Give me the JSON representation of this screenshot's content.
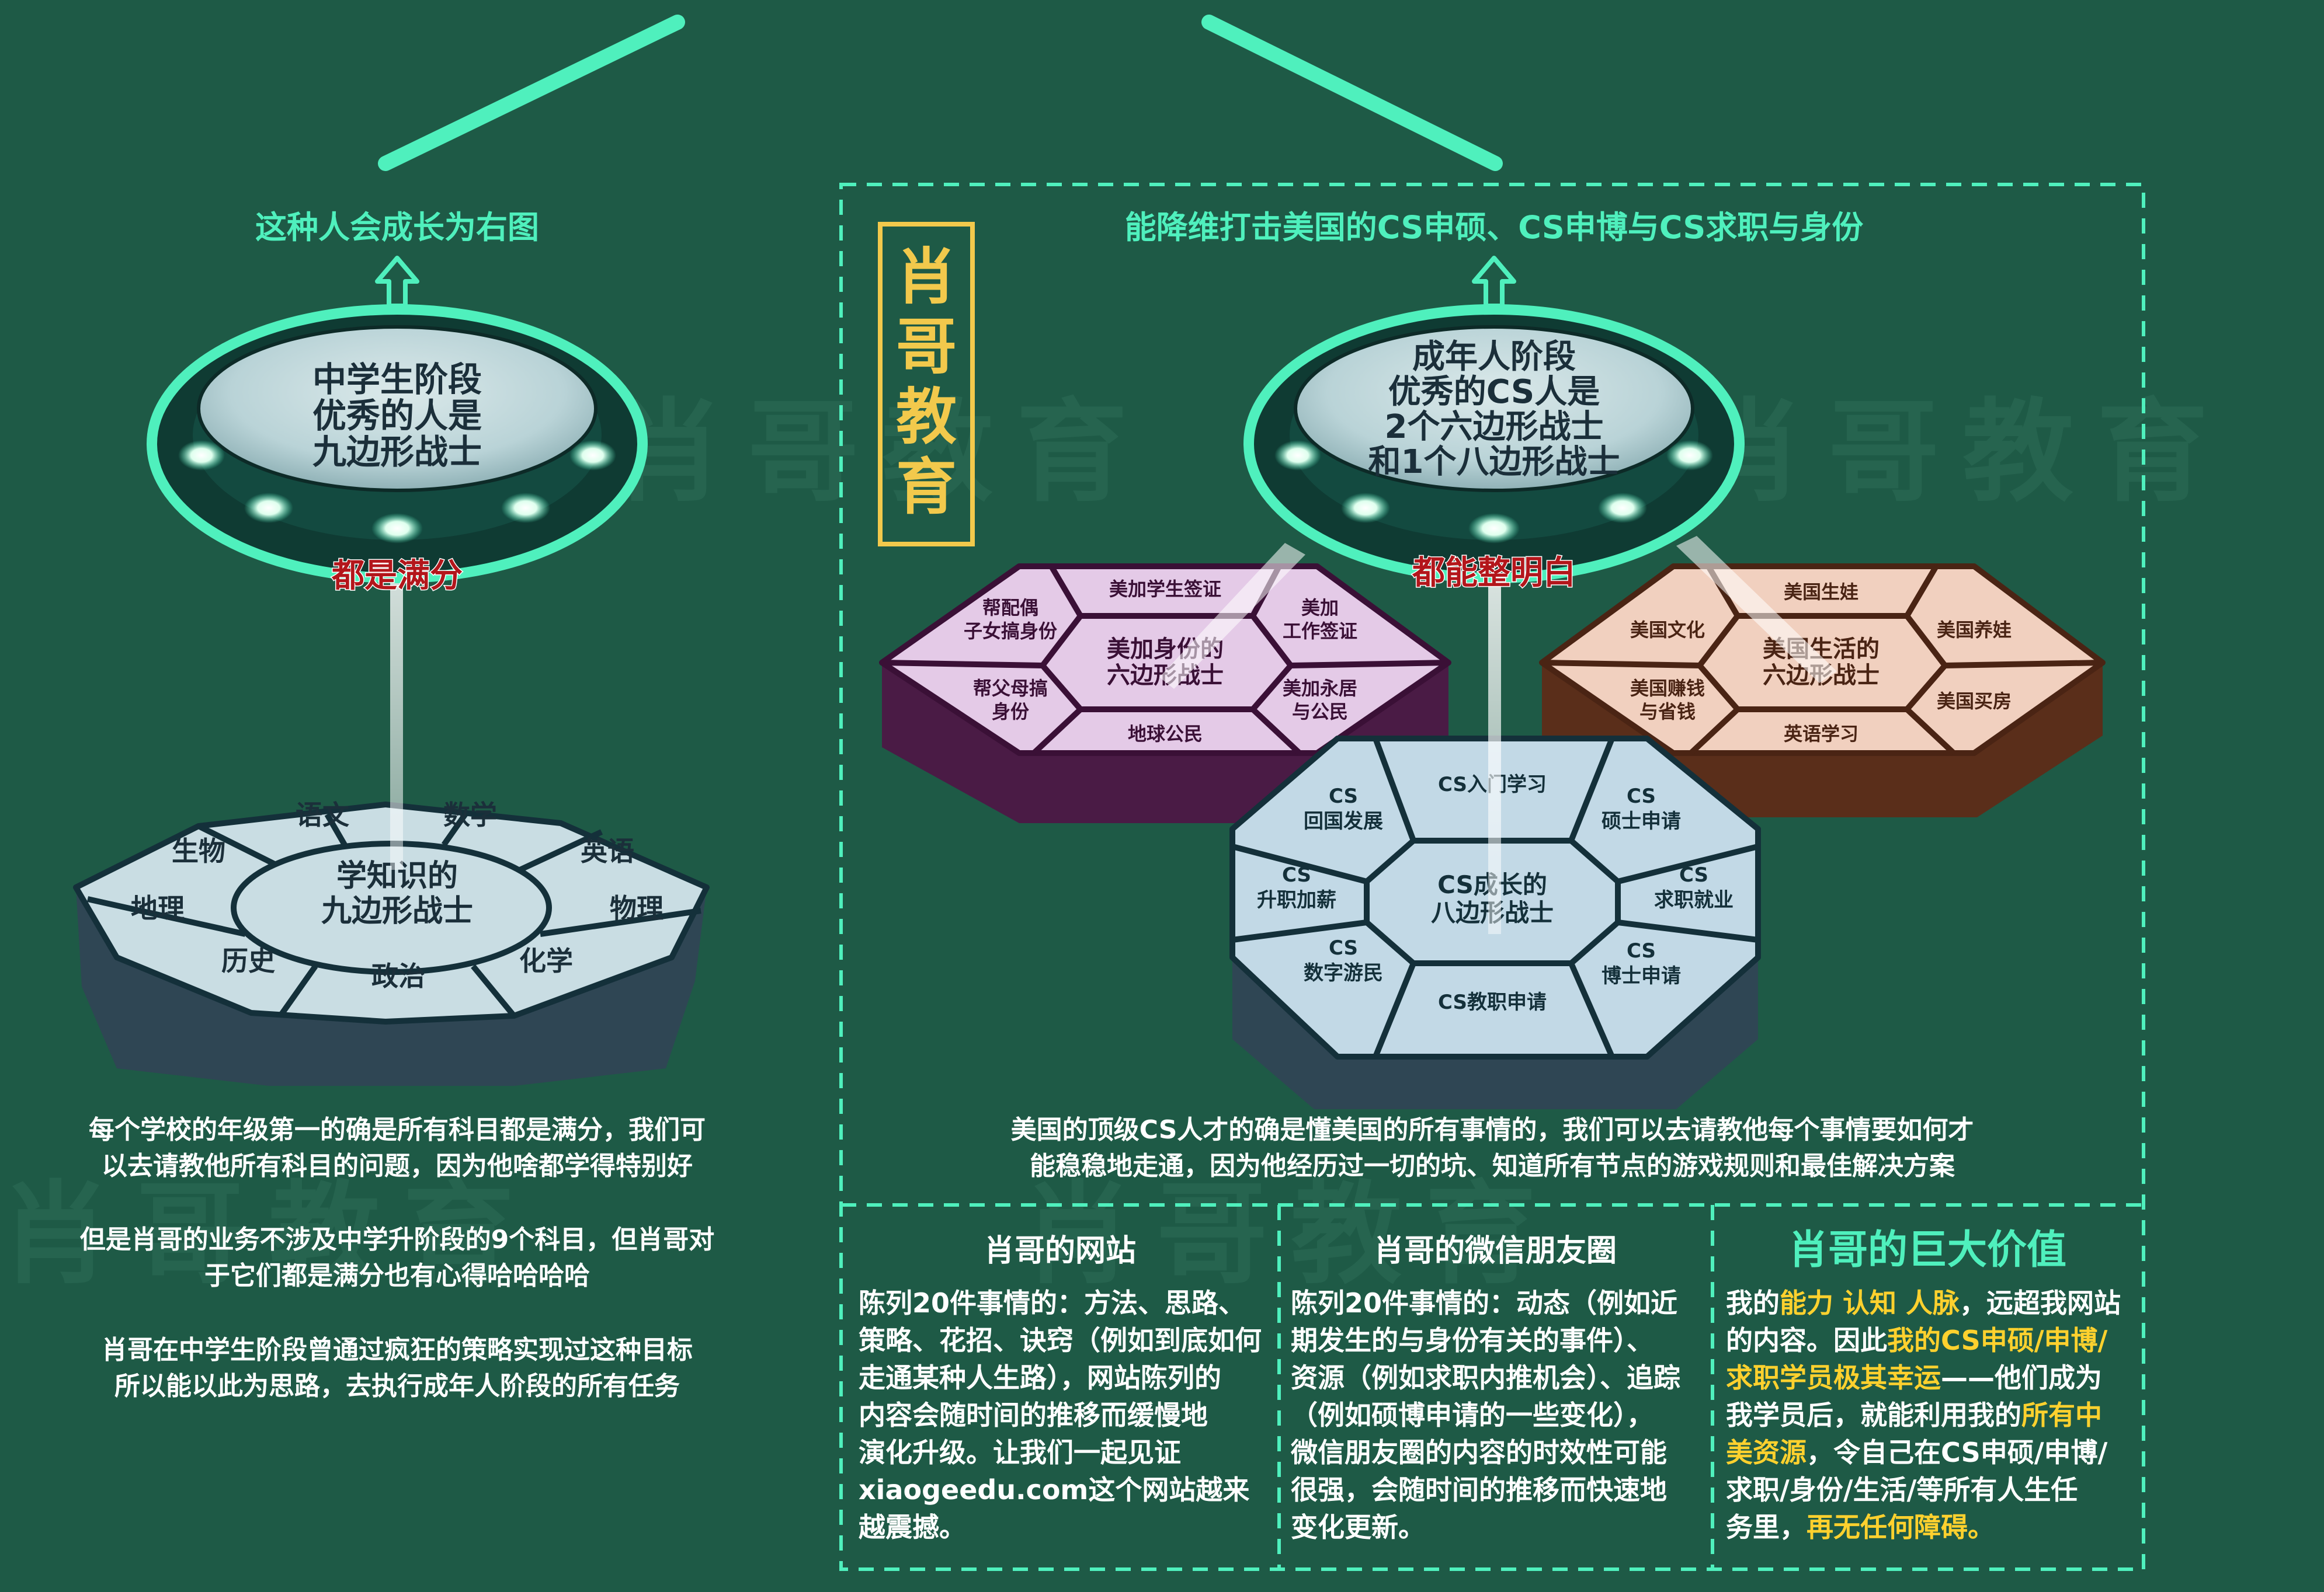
{
  "watermark": "肖哥教育",
  "colors": {
    "bg": "#1e5a46",
    "accent": "#4ff0bd",
    "highlight": "#ffd12e",
    "label_red": "#b3161b"
  },
  "left": {
    "top_caption": "这种人会成长为右图",
    "disc_lines": [
      "中学生阶段",
      "优秀的人是",
      "九边形战士"
    ],
    "ring_label": "都是满分",
    "nonagon": {
      "center": [
        "学知识的",
        "九边形战士"
      ],
      "subjects": [
        "语文",
        "数学",
        "英语",
        "物理",
        "化学",
        "政治",
        "历史",
        "地理",
        "生物"
      ]
    },
    "paragraphs": [
      [
        "每个学校的年级第一的确是所有科目都是满分，我们可",
        "以去请教他所有科目的问题，因为他啥都学得特别好"
      ],
      [
        "但是肖哥的业务不涉及中学升阶段的9个科目，但肖哥对",
        "于它们都是满分也有心得哈哈哈哈"
      ],
      [
        "肖哥在中学生阶段曾通过疯狂的策略实现过这种目标",
        "所以能以此为思路，去执行成年人阶段的所有任务"
      ]
    ]
  },
  "right": {
    "brand_vertical": [
      "肖",
      "哥",
      "教",
      "育"
    ],
    "top_caption": "能降维打击美国的CS申硕、CS申博与CS求职与身份",
    "disc_lines": [
      "成年人阶段",
      "优秀的CS人是",
      "2个六边形战士",
      "和1个八边形战士"
    ],
    "ring_label": "都能整明白",
    "visa_hex": {
      "center": [
        "美加身份的",
        "六边形战士"
      ],
      "cells": [
        [
          "美加学生签证"
        ],
        [
          "美加",
          "工作签证"
        ],
        [
          "美加永居",
          "与公民"
        ],
        [
          "地球公民"
        ],
        [
          "帮父母搞",
          "身份"
        ],
        [
          "帮配偶",
          "子女搞身份"
        ]
      ]
    },
    "life_hex": {
      "center": [
        "美国生活的",
        "六边形战士"
      ],
      "cells": [
        [
          "美国生娃"
        ],
        [
          "美国养娃"
        ],
        [
          "美国买房"
        ],
        [
          "英语学习"
        ],
        [
          "美国赚钱",
          "与省钱"
        ],
        [
          "美国文化"
        ]
      ]
    },
    "cs_oct": {
      "center": [
        "CS成长的",
        "八边形战士"
      ],
      "cells": [
        [
          "CS入门学习"
        ],
        [
          "CS",
          "硕士申请"
        ],
        [
          "CS",
          "求职就业"
        ],
        [
          "CS",
          "博士申请"
        ],
        [
          "CS教职申请"
        ],
        [
          "CS",
          "数字游民"
        ],
        [
          "CS",
          "升职加薪"
        ],
        [
          "CS",
          "回国发展"
        ]
      ]
    },
    "paragraph": [
      "美国的顶级CS人才的确是懂美国的所有事情的，我们可以去请教他每个事情要如何才",
      "能稳稳地走通，因为他经历过一切的坑、知道所有节点的游戏规则和最佳解决方案"
    ]
  },
  "boxes": [
    {
      "title": "肖哥的网站",
      "lines": [
        "陈列20件事情的：方法、思路、",
        "策略、花招、诀窍（例如到底如何",
        "走通某种人生路），网站陈列的",
        "内容会随时间的推移而缓慢地",
        "演化升级。让我们一起见证",
        "xiaogeedu.com这个网站越来",
        "越震撼。"
      ]
    },
    {
      "title": "肖哥的微信朋友圈",
      "lines": [
        "陈列20件事情的：动态（例如近",
        "期发生的与身份有关的事件）、",
        "资源（例如求职内推机会）、追踪",
        "（例如硕博申请的一些变化），",
        "微信朋友圈的内容的时效性可能",
        "很强，会随时间的推移而快速地",
        "变化更新。"
      ]
    },
    {
      "title": "肖哥的巨大价值",
      "lines": [
        [
          {
            "t": "我的",
            "h": false
          },
          {
            "t": "能力 认知 人脉",
            "h": true
          },
          {
            "t": "，远超我网站",
            "h": false
          }
        ],
        [
          {
            "t": "的内容。因此",
            "h": false
          },
          {
            "t": "我的CS申硕/申博/",
            "h": true
          }
        ],
        [
          {
            "t": "求职学员极其幸运",
            "h": true
          },
          {
            "t": "——他们成为",
            "h": false
          }
        ],
        [
          {
            "t": "我学员后，就能利用我的",
            "h": false
          },
          {
            "t": "所有中",
            "h": true
          }
        ],
        [
          {
            "t": "美资源",
            "h": true
          },
          {
            "t": "，令自己在CS申硕/申博/",
            "h": false
          }
        ],
        [
          {
            "t": "求职/身份/生活/等所有人生任",
            "h": false
          }
        ],
        [
          {
            "t": "务里，",
            "h": false
          },
          {
            "t": "再无任何障碍。",
            "h": true
          }
        ]
      ]
    }
  ]
}
